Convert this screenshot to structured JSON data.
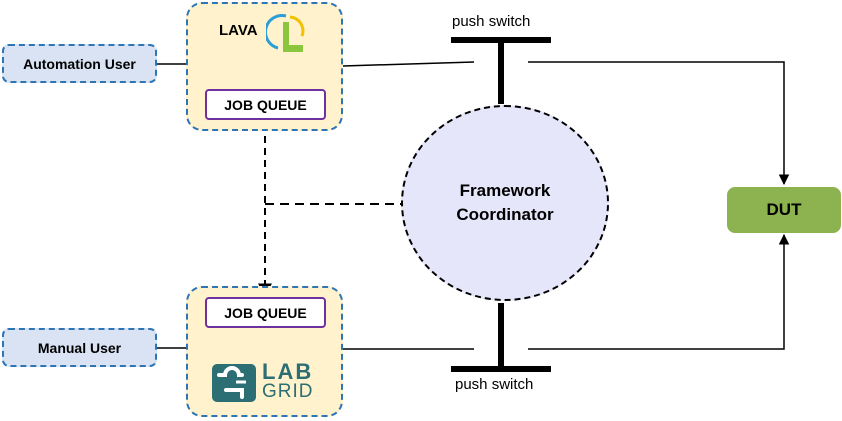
{
  "automation_user": "Automation User",
  "manual_user": "Manual User",
  "lava": {
    "name": "LAVA",
    "job_queue": "JOB QUEUE"
  },
  "labgrid": {
    "job_queue": "JOB QUEUE",
    "logo_line1": "LAB",
    "logo_line2": "GRID"
  },
  "coordinator": {
    "line1": "Framework",
    "line2": "Coordinator"
  },
  "push_switch_top": "push switch",
  "push_switch_bottom": "push switch",
  "dut": "DUT",
  "colors": {
    "user_fill": "#dae3f3",
    "user_border": "#2e75b6",
    "framework_fill": "#fff2cc",
    "queue_border": "#7030a0",
    "coordinator_fill": "#e6e6fa",
    "dut_fill": "#8cb350",
    "lava_logo_green": "#8cc63f",
    "lava_logo_blue": "#2a9fd6",
    "labgrid_teal": "#2b6e73"
  }
}
